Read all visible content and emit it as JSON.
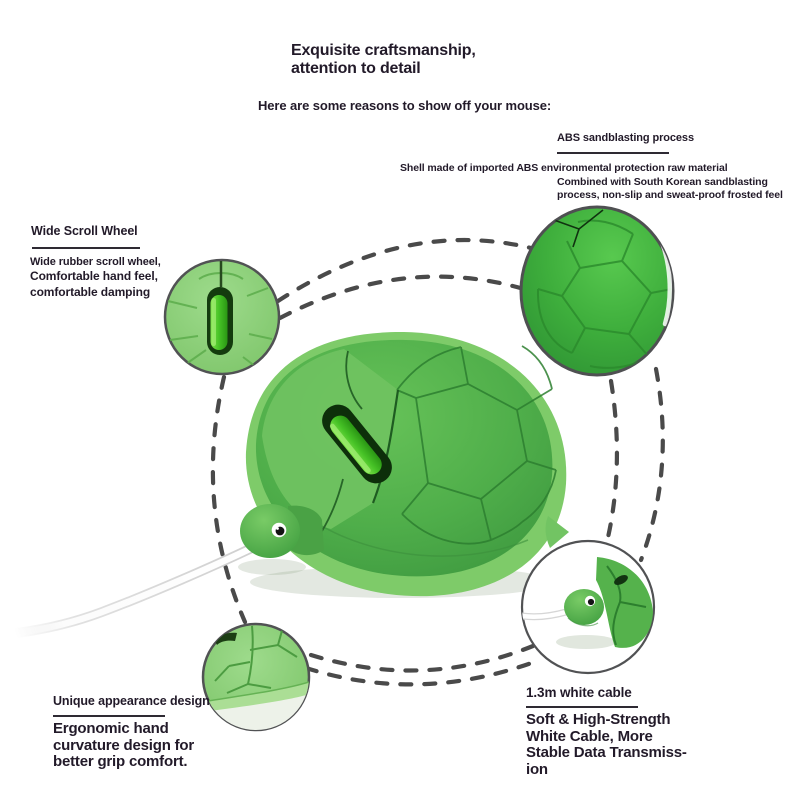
{
  "page": {
    "title_line1": "Exquisite craftsmanship,",
    "title_line2": "attention to detail",
    "subtitle": "Here are some reasons to show off your mouse:"
  },
  "features": {
    "abs": {
      "heading": "ABS sandblasting process",
      "desc_line1": "Shell made of imported ABS environmental protection raw material",
      "desc_line2": "Combined with South Korean sandblasting",
      "desc_line3": "process, non-slip and sweat-proof frosted feel"
    },
    "scroll_wheel": {
      "heading": "Wide Scroll Wheel",
      "desc_line1": "Wide rubber scroll wheel,",
      "desc_line2": "Comfortable hand feel,",
      "desc_line3": "comfortable damping"
    },
    "appearance": {
      "heading": "Unique appearance design",
      "desc_line1": "Ergonomic hand",
      "desc_line2": "curvature design for",
      "desc_line3": "better grip comfort."
    },
    "cable": {
      "heading": "1.3m white cable",
      "desc_line1": "Soft & High-Strength",
      "desc_line2": "White Cable, More",
      "desc_line3": "Stable Data Transmiss-",
      "desc_line4": "ion"
    }
  },
  "product": {
    "icons": {
      "main_image": "turtle-mouse-photo",
      "callout_left": "scroll-wheel-closeup",
      "callout_top_right": "shell-texture-closeup",
      "callout_bottom_right": "turtle-head-cable-closeup",
      "callout_bottom_left": "body-curve-closeup",
      "connector": "dashed-ring-connector"
    }
  },
  "colors": {
    "text": "#221a29",
    "background": "#ffffff",
    "green_main": "#4fae4a",
    "green_light": "#8fd17d",
    "green_bright_wheel": "#46c226",
    "green_seam": "#2d7f30",
    "dash_gray": "#4a4a4a",
    "cable_white": "#ffffff"
  }
}
